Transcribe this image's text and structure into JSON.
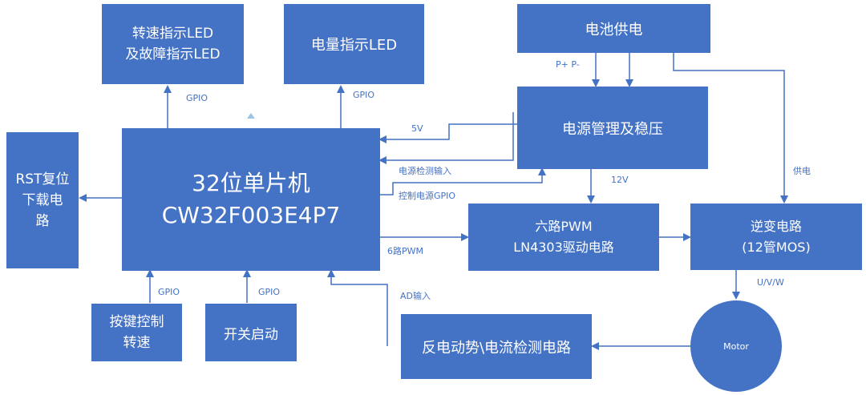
{
  "colors": {
    "box": "#4472c4",
    "line": "#4472c4",
    "text": "#ffffff",
    "label": "#4472c4"
  },
  "boxes": {
    "led_speed_fault": "转速指示LED\n及故障指示LED",
    "led_power": "电量指示LED",
    "battery": "电池供电",
    "power_mgmt": "电源管理及稳压",
    "mcu": "32位单片机\nCW32F003E4P7",
    "rst": "RST复位\n下载电\n路",
    "pwm_driver": "六路PWM\nLN4303驱动电路",
    "inverter": "逆变电路\n(12管MOS)",
    "key": "按键控制\n转速",
    "switch": "开关启动",
    "emf_sense": "反电动势\\电流检测电路",
    "motor": "Motor"
  },
  "labels": {
    "gpio_led1": "GPIO",
    "gpio_led2": "GPIO",
    "p_terminals": "P+ P-",
    "v5": "5V",
    "power_detect": "电源检测输入",
    "ctrl_power_gpio": "控制电源GPIO",
    "v12": "12V",
    "supply": "供电",
    "pwm6": "6路PWM",
    "uvw": "U/V/W",
    "gpio_key": "GPIO",
    "gpio_switch": "GPIO",
    "ad_input": "AD输入"
  }
}
